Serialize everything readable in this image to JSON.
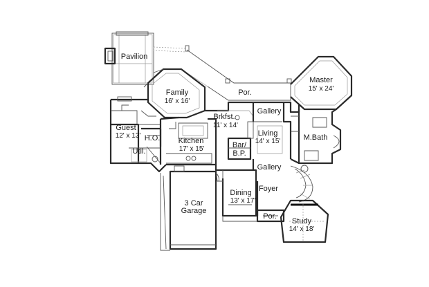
{
  "rooms": [
    {
      "key": "pavilion",
      "name": "Pavilion",
      "dims": ""
    },
    {
      "key": "family",
      "name": "Family",
      "dims": "16' x 16'"
    },
    {
      "key": "porch_rear",
      "name": "Por.",
      "dims": ""
    },
    {
      "key": "master",
      "name": "Master",
      "dims": "15' x 24'"
    },
    {
      "key": "breakfast",
      "name": "Brkfst.",
      "dims": "11' x 14'"
    },
    {
      "key": "gallery_upper",
      "name": "Gallery",
      "dims": ""
    },
    {
      "key": "guest",
      "name": "Guest",
      "dims": "12' x 13'"
    },
    {
      "key": "home_office",
      "name": "H.O.",
      "dims": ""
    },
    {
      "key": "kitchen",
      "name": "Kitchen",
      "dims": "17' x 15'"
    },
    {
      "key": "living",
      "name": "Living",
      "dims": "14' x 15'"
    },
    {
      "key": "master_bath",
      "name": "M.Bath",
      "dims": ""
    },
    {
      "key": "bar",
      "name": "Bar/",
      "dims": "B.P."
    },
    {
      "key": "utility",
      "name": "Util.",
      "dims": ""
    },
    {
      "key": "gallery_lower",
      "name": "Gallery",
      "dims": ""
    },
    {
      "key": "garage",
      "name": "3 Car",
      "dims": "Garage"
    },
    {
      "key": "foyer",
      "name": "Foyer",
      "dims": ""
    },
    {
      "key": "dining",
      "name": "Dining",
      "dims": "13' x 17'"
    },
    {
      "key": "porch_front",
      "name": "Por.",
      "dims": ""
    },
    {
      "key": "study",
      "name": "Study",
      "dims": "14' x 18'"
    }
  ]
}
